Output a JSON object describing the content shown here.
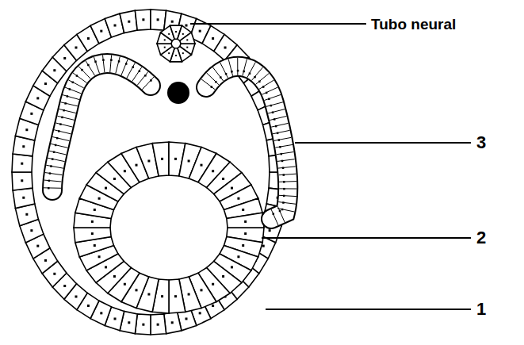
{
  "diagram": {
    "labels": [
      "Tubo neural",
      "3",
      "2",
      "1"
    ]
  }
}
